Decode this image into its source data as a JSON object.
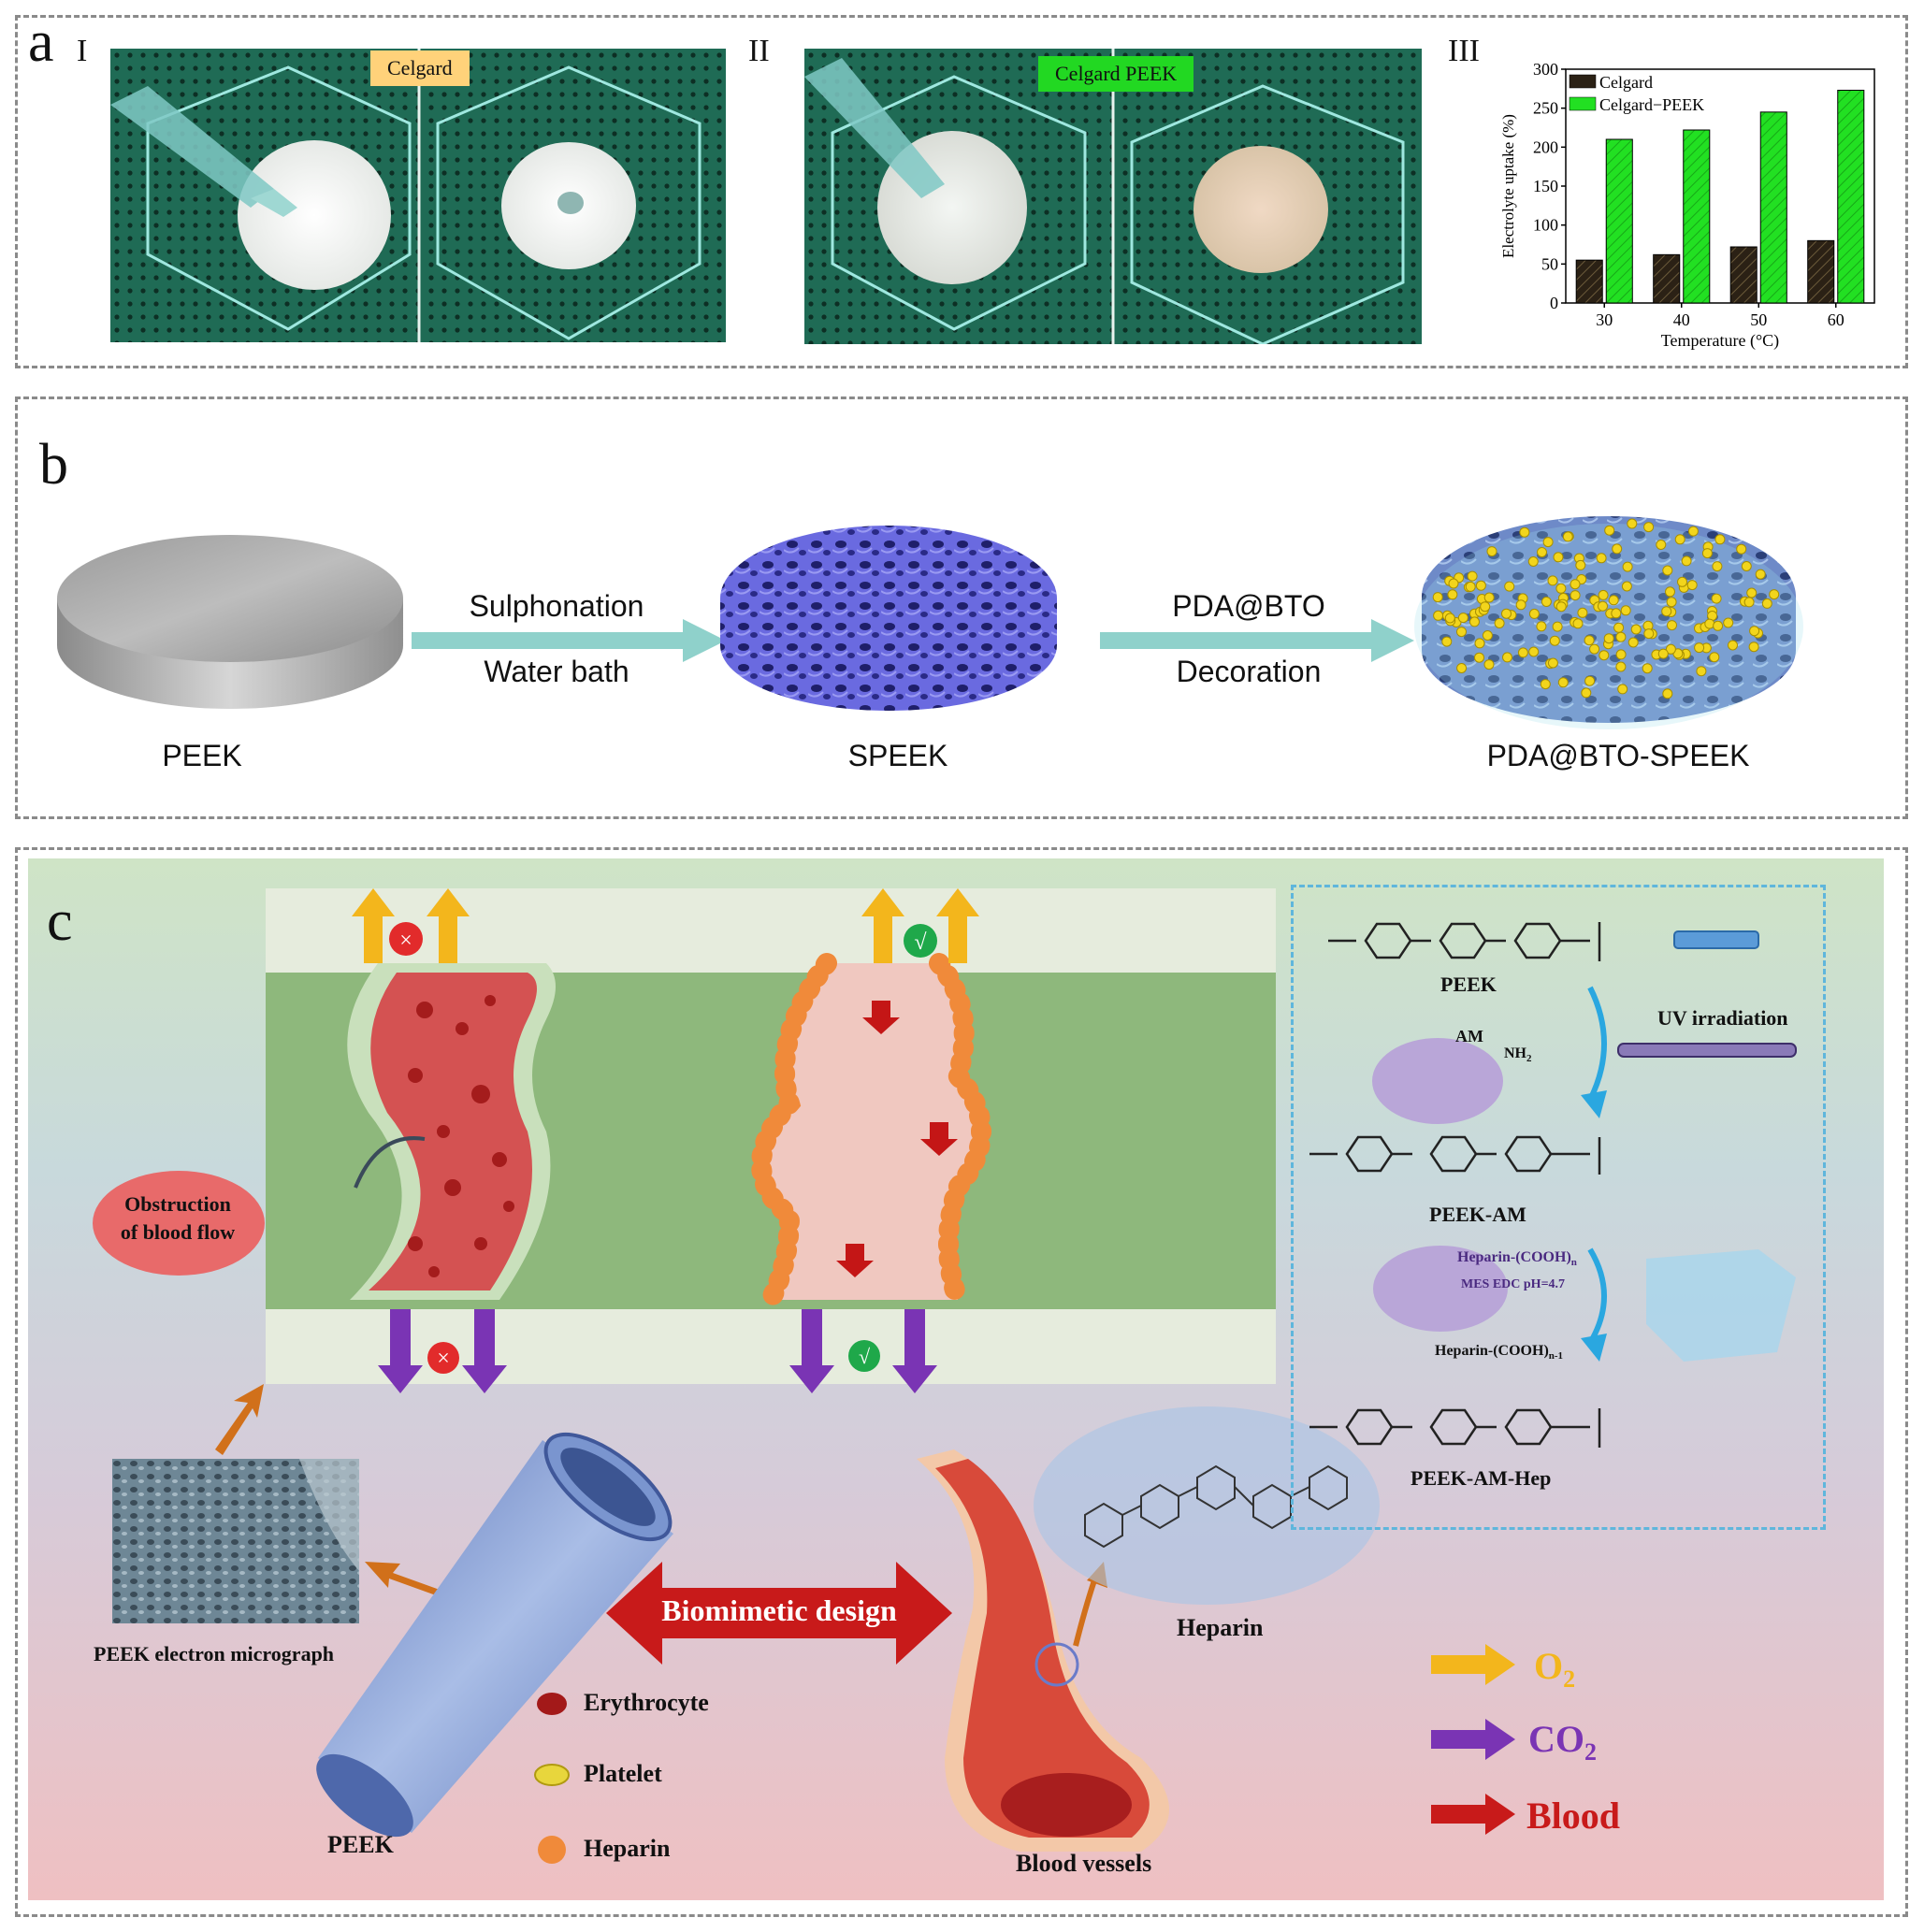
{
  "panel_a": {
    "label": "a",
    "sub_I": "I",
    "sub_II": "II",
    "sub_III": "III",
    "tag_celgard": "Celgard",
    "tag_celgard_peek": "Celgard  PEEK",
    "colors": {
      "celgard_tag": "#ffd27a",
      "celgard_peek_tag": "#22d822",
      "mesh": "#1f6b55"
    }
  },
  "chart_data": {
    "type": "bar",
    "categories": [
      "30",
      "40",
      "50",
      "60"
    ],
    "series": [
      {
        "name": "Celgard",
        "values": [
          55,
          62,
          72,
          80
        ],
        "color": "#2b2115"
      },
      {
        "name": "Celgard−PEEK",
        "values": [
          210,
          222,
          245,
          273
        ],
        "color": "#22e022"
      }
    ],
    "xlabel": "Temperature (°C)",
    "ylabel": "Electrolyte uptake (%)",
    "ylim": [
      0,
      300
    ],
    "yticks": [
      "0",
      "50",
      "100",
      "150",
      "200",
      "250",
      "300"
    ],
    "legend": "top-left",
    "grid": false
  },
  "panel_b": {
    "label": "b",
    "items": [
      "PEEK",
      "SPEEK",
      "PDA@BTO-SPEEK"
    ],
    "arrow1_top": "Sulphonation",
    "arrow1_bottom": "Water bath",
    "arrow2_top": "PDA@BTO",
    "arrow2_bottom": "Decoration"
  },
  "panel_c": {
    "label": "c",
    "obstruction_line1": "Obstruction",
    "obstruction_line2": "of blood flow",
    "micrograph_caption": "PEEK electron micrograph",
    "tube_label": "PEEK",
    "biomimetic": "Biomimetic design",
    "legend_items": [
      "Erythrocyte",
      "Platelet",
      "Heparin"
    ],
    "vessel_label": "Blood vessels",
    "heparin_label": "Heparin",
    "gas_legend": {
      "o2": "O",
      "o2_sub": "2",
      "co2": "CO",
      "co2_sub": "2",
      "blood": "Blood"
    },
    "scheme": {
      "peek": "PEEK",
      "am": "AM",
      "nh2": "NH",
      "uv": "UV irradiation",
      "peek_am": "PEEK-AM",
      "reagent_line1": "Heparin-(COOH)",
      "reagent_line1_sub": "n",
      "reagent_line2": "MES EDC pH=4.7",
      "hep_group": "Heparin-(COOH)",
      "hep_group_sub": "n-1",
      "peek_am_hep": "PEEK-AM-Hep"
    }
  }
}
